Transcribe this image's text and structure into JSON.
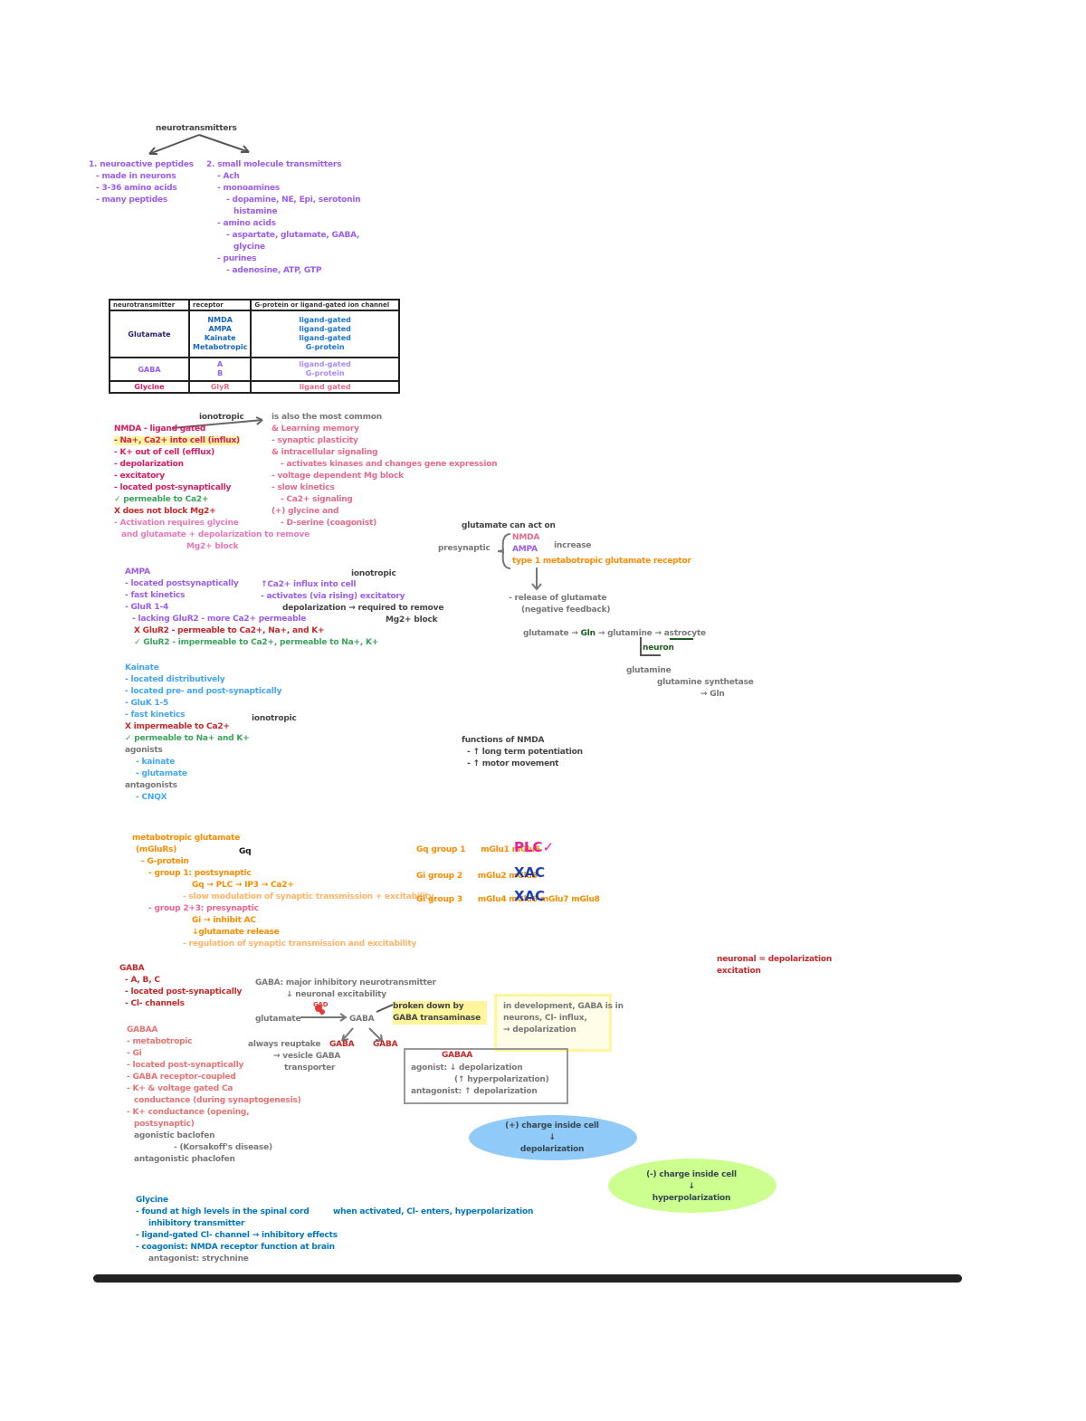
{
  "top": {
    "title": "neurotransmitters",
    "left_head": "1. neuroactive peptides",
    "left_lines": [
      "- made in neurons",
      "- 3-36 amino acids",
      "- many peptides"
    ],
    "right_head": "2. small molecule transmitters",
    "right_lines": [
      "- Ach",
      "- monoamines",
      "- dopamine, NE, Epi, serotonin",
      "histamine",
      "- amino acids",
      "- aspartate, glutamate, GABA,",
      "glycine",
      "- purines",
      "- adenosine, ATP, GTP"
    ]
  },
  "table": {
    "headers": [
      "neurotransmitter",
      "receptor",
      "G-protein or ligand-gated ion channel"
    ],
    "rows": [
      {
        "nt": "Glutamate",
        "receptors": [
          "NMDA",
          "AMPA",
          "Kainate",
          "Metabotropic"
        ],
        "types": [
          "ligand-gated",
          "ligand-gated",
          "ligand-gated",
          "G-protein"
        ],
        "color": "navy"
      },
      {
        "nt": "GABA",
        "receptors": [
          "A",
          "B"
        ],
        "types": [
          "ligand-gated",
          "G-protein"
        ],
        "color": "purple"
      },
      {
        "nt": "Glycine",
        "receptors": [
          "GlyR"
        ],
        "types": [
          "ligand gated"
        ],
        "color": "pink"
      }
    ]
  },
  "nmda": {
    "label_ionotropic": "ionotropic",
    "arrow_note": "is also the most common",
    "lines": [
      "NMDA - ligand gated",
      "- Na+, Ca2+ into cell (influx)",
      "- K+ out of cell (efflux)",
      "- depolarization",
      "- excitatory",
      "- located post-synaptically",
      "✓ permeable to Ca2+",
      "X does not block Mg2+",
      "- Activation requires glycine",
      "and glutamate + depolarization to remove",
      "Mg2+ block"
    ],
    "right_lines": [
      "& Learning memory",
      "- synaptic plasticity",
      "& intracellular signaling",
      "- activates kinases and changes gene expression",
      "- voltage dependent Mg block",
      "- slow kinetics",
      "- Ca2+ signaling",
      "(+) glycine and",
      "- D-serine (coagonist)"
    ]
  },
  "ampa": {
    "label_ionotropic": "ionotropic",
    "lines": [
      "AMPA",
      "- located postsynaptically",
      "- fast kinetics",
      "- GluR 1-4",
      "- lacking GluR2 - more Ca2+ permeable",
      "X GluR2 - permeable to Ca2+, Na+, and K+",
      "✓ GluR2 - impermeable to Ca2+, permeable to Na+, K+"
    ],
    "right_lines": [
      "↑Ca2+ influx into cell",
      "- activates (via rising) excitatory",
      "depolarization → required to remove",
      "Mg2+ block"
    ]
  },
  "kainate": {
    "label_ionotropic": "ionotropic",
    "lines": [
      "Kainate",
      "- located distributively",
      "- located pre- and post-synaptically",
      "- GluK 1-5",
      "- fast kinetics",
      "X impermeable to Ca2+",
      "✓ permeable to Na+ and K+",
      "agonists",
      "- kainate",
      "- glutamate",
      "antagonists",
      "- CNQX"
    ]
  },
  "right_glut": {
    "head": "glutamate can act on",
    "pre_label": "presynaptic",
    "items": [
      "NMDA",
      "AMPA",
      "type 1 metabotropic glutamate receptor"
    ],
    "brace_note": "increase",
    "below": [
      "- release of glutamate",
      "(negative feedback)"
    ],
    "cycle": [
      "glutamate",
      "Gln",
      "glutamine",
      "astrocyte",
      "neuron"
    ],
    "cycle2": [
      "glutamine",
      "glutamine synthetase",
      "→ Gln"
    ],
    "function_head": "functions of NMDA",
    "function_lines": [
      "- ↑ long term potentiation",
      "- ↑ motor movement"
    ]
  },
  "metabo": {
    "head": "metabotropic glutamate",
    "sub": "(mGluRs)",
    "lines": [
      "- G-protein",
      "- group 1: postsynaptic",
      "Gq → PLC → IP3 → Ca2+",
      "- slow modulation of synaptic transmission + excitability",
      "- group 2+3: presynaptic",
      "Gi → inhibit AC",
      "↓glutamate release",
      "- regulation of synaptic transmission and excitability"
    ],
    "black_label": "Gq",
    "groups": [
      {
        "g": "Gq group 1",
        "d": "mGlu1 mGlu5",
        "tag": "PLC✓"
      },
      {
        "g": "Gi group 2",
        "d": "mGlu2 mGlu3",
        "tag": "XAC"
      },
      {
        "g": "Gi group 3",
        "d": "mGlu4 mGlu6 mGlu7 mGlu8",
        "tag": "XAC"
      }
    ]
  },
  "gaba": {
    "head": "GABA",
    "lines": [
      "- A, B, C",
      "- located post-synaptically",
      "- Cl- channels"
    ],
    "gaba_a_head": "GABAA",
    "gaba_a_lines": [
      "- metabotropic",
      "- Gi",
      "- located post-synaptically",
      "- GABA receptor-coupled",
      "- K+ & voltage gated Ca",
      "conductance (during synaptogenesis)",
      "- K+ conductance (opening,",
      "postsynaptic)",
      "agonistic baclofen",
      "- (Korsakoff's disease)",
      "antagonistic phaclofen"
    ],
    "middle_notes": [
      "GABA: major inhibitory neurotransmitter",
      "↓ neuronal excitability"
    ],
    "pathway": [
      "glutamate",
      "GAD",
      "GABA",
      "broken down by GABA transaminase"
    ],
    "pathway2": [
      "GABA",
      "GABA"
    ],
    "pathway_note": [
      "always reuptake",
      "→ vesicle GABA",
      "transporter"
    ],
    "yellow_box": [
      "in development, GABA is in",
      "neurons, Cl- influx,",
      "→ depolarization"
    ],
    "grey_box_head": "GABAA",
    "grey_box": [
      "agonist: ↓ depolarization",
      "(↑ hyperpolarization)",
      "antagonist: ↑ depolarization"
    ],
    "blue_cloud": [
      "(+) charge inside cell",
      "depolarization"
    ],
    "green_cloud": [
      "(-) charge inside cell",
      "hyperpolarization"
    ],
    "red_note": [
      "neuronal = depolarization",
      "excitation"
    ]
  },
  "glycine": {
    "head": "Glycine",
    "lines": [
      "- found at high levels in the spinal cord",
      "inhibitory transmitter",
      "- ligand-gated Cl- channel → inhibitory effects",
      "- coagonist: NMDA receptor function at brain",
      "antagonist: strychnine"
    ],
    "right": "when activated, Cl- enters, hyperpolarization"
  }
}
